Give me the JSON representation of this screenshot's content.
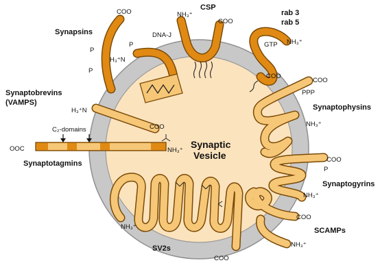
{
  "colors": {
    "membrane": "#c8c8c8",
    "membrane_edge": "#8f8f8f",
    "lumen": "#fbe3bd",
    "protein_dark": "#e08a14",
    "protein_light": "#f6c777",
    "outline": "#7a4a08"
  },
  "center": {
    "line1": "Synaptic",
    "line2": "Vesicle"
  },
  "proteins": {
    "synapsins": {
      "name": "Synapsins",
      "coo": "COO",
      "p1": "P",
      "p2": "P",
      "p3": "P",
      "nh": "H₃⁺N"
    },
    "csp": {
      "name": "CSP",
      "nh": "NH₃⁺",
      "coo": "COO",
      "dnaj": "DNA-J"
    },
    "rab": {
      "name1": "rab 3",
      "name2": "rab 5",
      "gtp": "GTP",
      "nh": "NH₃⁺",
      "coo": "COO"
    },
    "synaptobrevins": {
      "name1": "Synaptobrevins",
      "name2": "(VAMPS)",
      "nh": "H₃⁺N",
      "coo": "COO"
    },
    "synaptophysins": {
      "name": "Synaptophysins",
      "ppp": "PPP",
      "coo": "COO",
      "nh": "NH₃⁺"
    },
    "synaptotagmins": {
      "name": "Synaptotagmins",
      "c2": "C₂-domains",
      "coo": "OOC",
      "nh": "NH₃⁺"
    },
    "synaptogyrins": {
      "name": "Synaptogyrins",
      "coo": "COO",
      "p": "P",
      "nh": "NH₃⁺"
    },
    "scamps": {
      "name": "SCAMPs",
      "coo": "COO",
      "nh": "NH₃⁺"
    },
    "sv2s": {
      "name": "SV2s",
      "nh": "NH₃⁺",
      "coo": "COO"
    }
  }
}
